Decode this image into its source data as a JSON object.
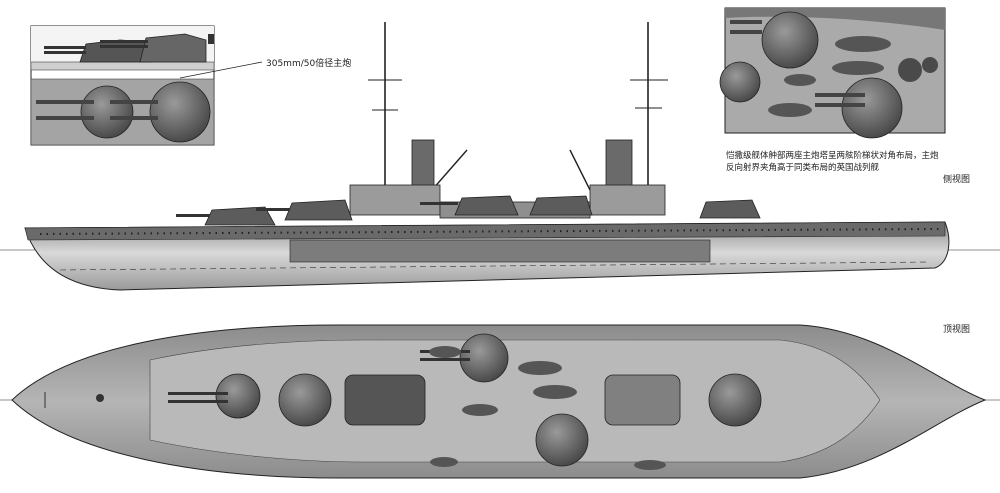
{
  "inset_left": {
    "caption": "305mm/50倍径主炮"
  },
  "inset_right": {
    "caption": "恺撒级舰体舯部两座主炮塔呈两舷阶梯状对角布局，主炮反向射界夹角高于同类布局的英国战列舰"
  },
  "side_view": {
    "label": "侧视图"
  },
  "top_view": {
    "label": "顶视图"
  },
  "colors": {
    "hull_dark": "#5a5a5a",
    "hull_mid": "#9a9a9a",
    "hull_light": "#cfcfcf",
    "deck": "#a9a9a9",
    "turret": "#6e6e6e",
    "stroke": "#222222"
  }
}
